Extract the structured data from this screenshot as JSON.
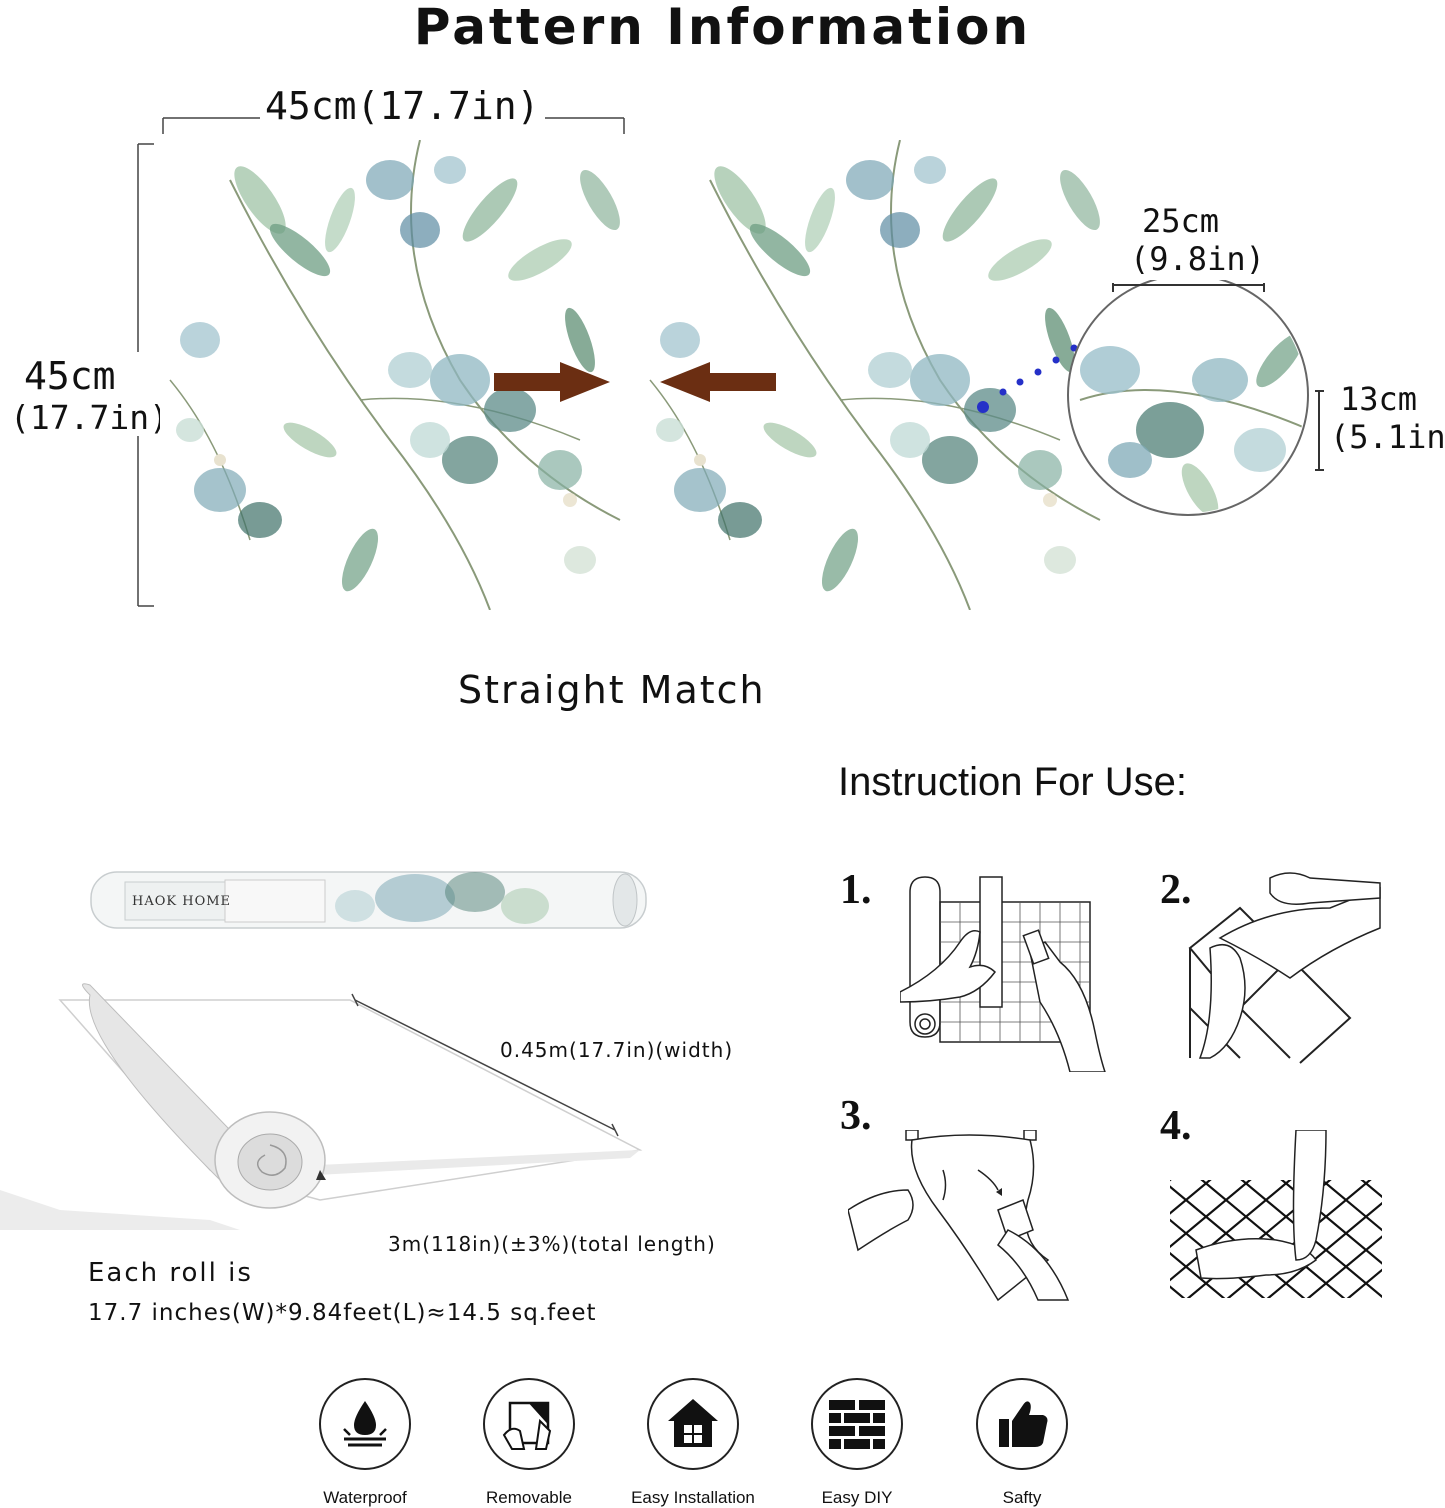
{
  "header": {
    "title": "Pattern Information"
  },
  "pattern": {
    "width_label": "45cm(17.7in)",
    "height_label_cm": "45cm",
    "height_label_in": "(17.7in)",
    "zoom_width_cm": "25cm",
    "zoom_width_in": "(9.8in)",
    "zoom_height_cm": "13cm",
    "zoom_height_in": "(5.1in)",
    "match_type": "Straight Match",
    "arrow_color": "#6b2e12",
    "dot_color": "#2530c8"
  },
  "instructions": {
    "title": "Instruction For Use:",
    "steps": [
      "1.",
      "2.",
      "3.",
      "4."
    ]
  },
  "roll": {
    "brand": "HAOK HOME",
    "width_label": "0.45m(17.7in)(width)",
    "length_label": "3m(118in)(±3%)(total length)",
    "each_roll": "Each roll is",
    "spec": "17.7 inches(W)*9.84feet(L)≈14.5 sq.feet"
  },
  "features": [
    {
      "label": "Waterproof",
      "icon": "water-drop-icon"
    },
    {
      "label": "Removable",
      "icon": "peel-icon"
    },
    {
      "label": "Easy Installation",
      "icon": "house-icon"
    },
    {
      "label": "Easy DIY",
      "icon": "brick-wall-icon"
    },
    {
      "label": "Safty",
      "icon": "thumbs-up-icon"
    }
  ]
}
